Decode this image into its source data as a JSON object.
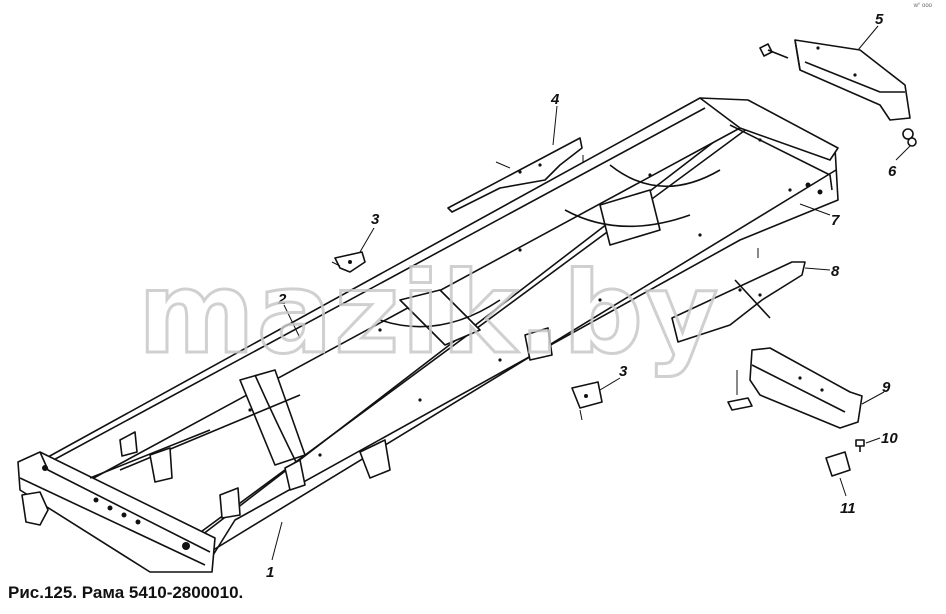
{
  "caption": "Рис.125. Рама 5410-2800010.",
  "watermark": "mazik.by",
  "corner_mark": "w° ooo",
  "callouts": [
    {
      "id": "1",
      "text": "1"
    },
    {
      "id": "2",
      "text": "2"
    },
    {
      "id": "3a",
      "text": "3"
    },
    {
      "id": "3b",
      "text": "3"
    },
    {
      "id": "4",
      "text": "4"
    },
    {
      "id": "5",
      "text": "5"
    },
    {
      "id": "6",
      "text": "6"
    },
    {
      "id": "7",
      "text": "7"
    },
    {
      "id": "8",
      "text": "8"
    },
    {
      "id": "9",
      "text": "9"
    },
    {
      "id": "10",
      "text": "10"
    },
    {
      "id": "11",
      "text": "11"
    }
  ]
}
